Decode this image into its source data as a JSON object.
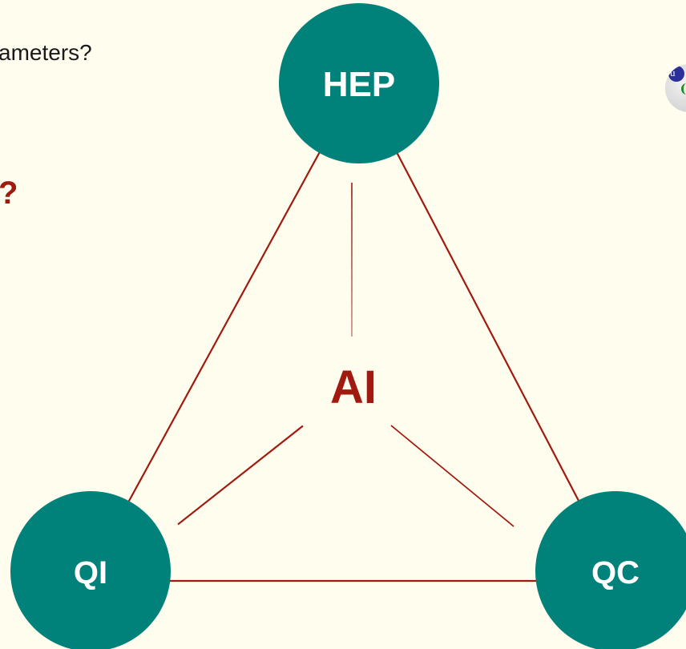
{
  "nodes": {
    "hep": "HEP",
    "qi": "QI",
    "qc": "QC",
    "center": "AI"
  },
  "text_fragments": {
    "line1": "ameters?",
    "line2": "?"
  },
  "logo": {
    "text": "u"
  },
  "colors": {
    "background": "#FEFDEE",
    "node_fill": "#00817A",
    "node_text": "#FFFFFF",
    "edge": "#A01A10",
    "center_text": "#A01A10"
  }
}
